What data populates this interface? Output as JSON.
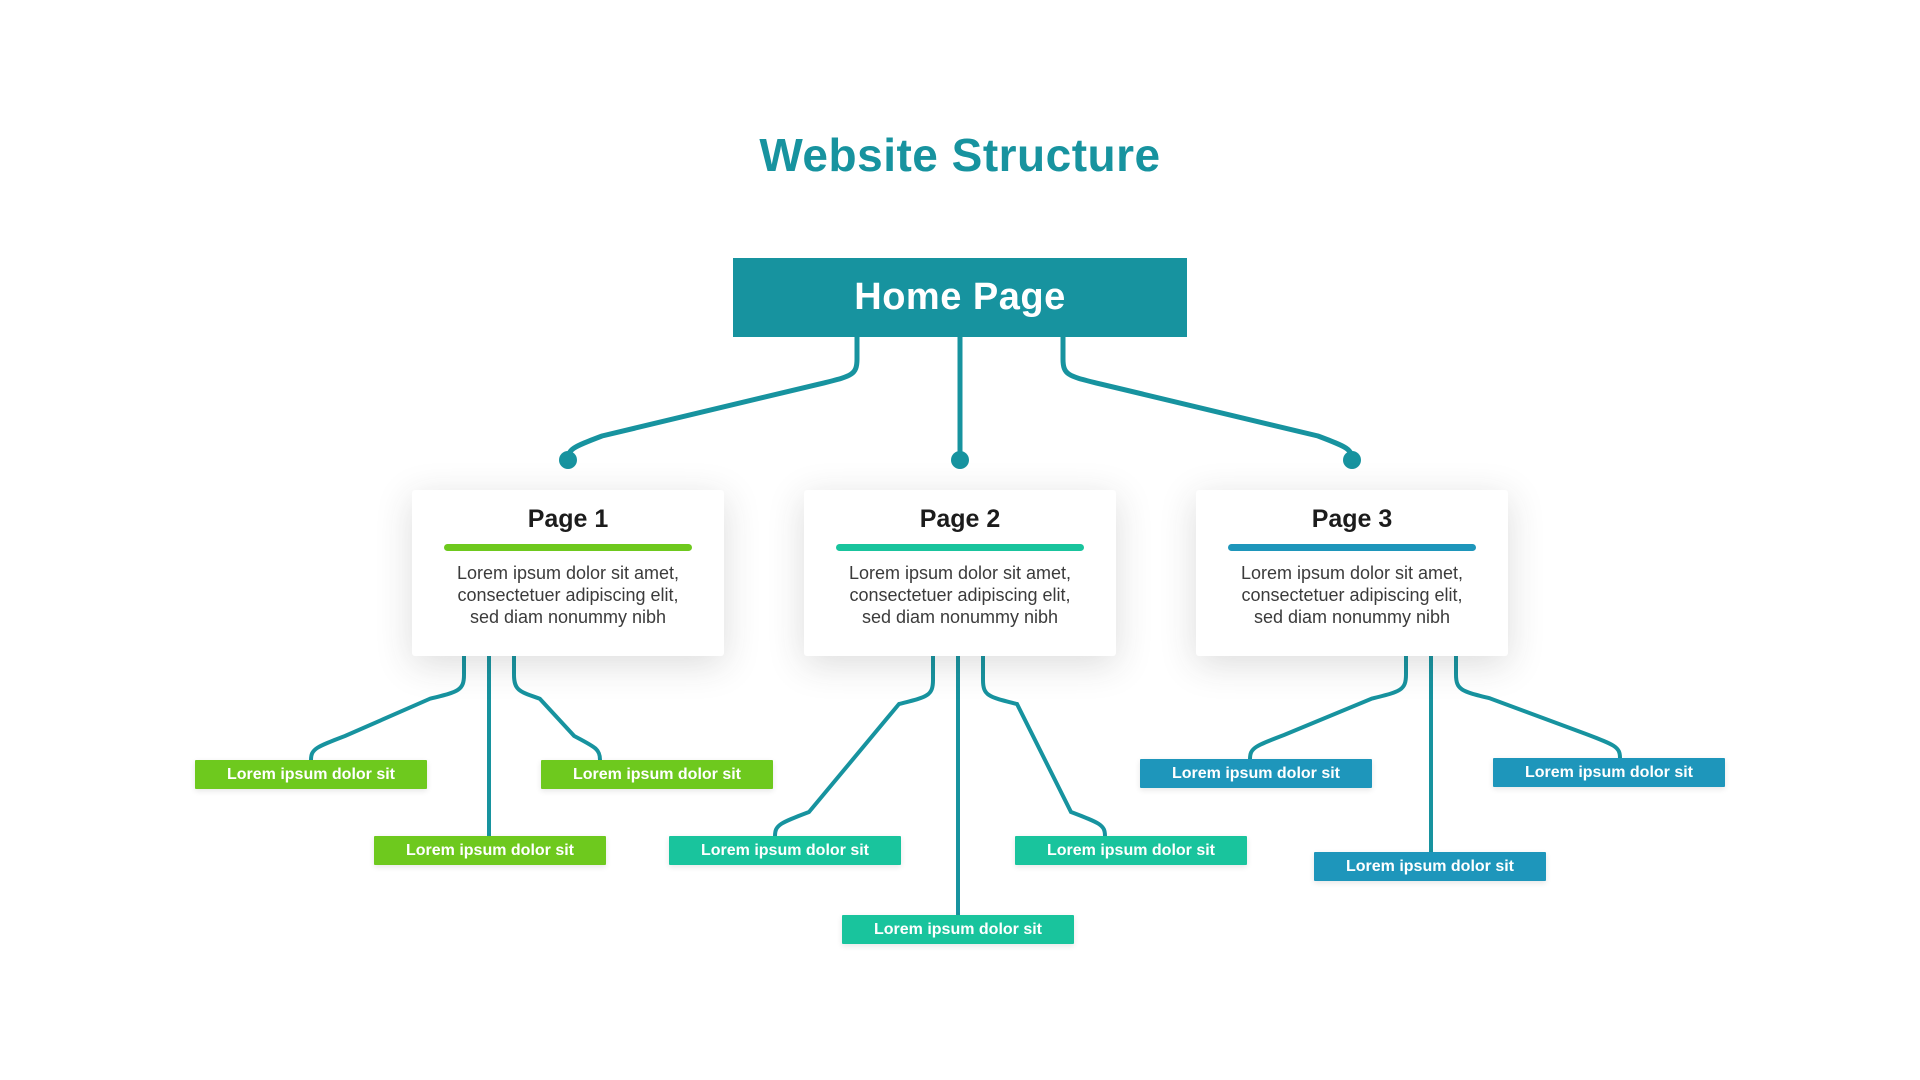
{
  "title": "Website Structure",
  "colors": {
    "teal": "#17939f",
    "page1_accent": "#6ec91e",
    "page2_accent": "#19c49d",
    "page3_accent": "#1e96bb"
  },
  "home": {
    "label": "Home Page"
  },
  "pages": [
    {
      "title": "Page 1",
      "accent": "#6ec91e",
      "body_lines": [
        "Lorem ipsum dolor sit amet,",
        "consectetuer adipiscing elit,",
        "sed diam nonummy nibh"
      ],
      "leaves": [
        "Lorem ipsum dolor sit",
        "Lorem ipsum dolor sit",
        "Lorem ipsum dolor sit"
      ]
    },
    {
      "title": "Page 2",
      "accent": "#19c49d",
      "body_lines": [
        "Lorem ipsum dolor sit amet,",
        "consectetuer adipiscing elit,",
        "sed diam nonummy nibh"
      ],
      "leaves": [
        "Lorem ipsum dolor sit",
        "Lorem ipsum dolor sit",
        "Lorem ipsum dolor sit"
      ]
    },
    {
      "title": "Page 3",
      "accent": "#1e96bb",
      "body_lines": [
        "Lorem ipsum dolor sit amet,",
        "consectetuer adipiscing elit,",
        "sed diam nonummy nibh"
      ],
      "leaves": [
        "Lorem ipsum dolor sit",
        "Lorem ipsum dolor sit",
        "Lorem ipsum dolor sit"
      ]
    }
  ]
}
